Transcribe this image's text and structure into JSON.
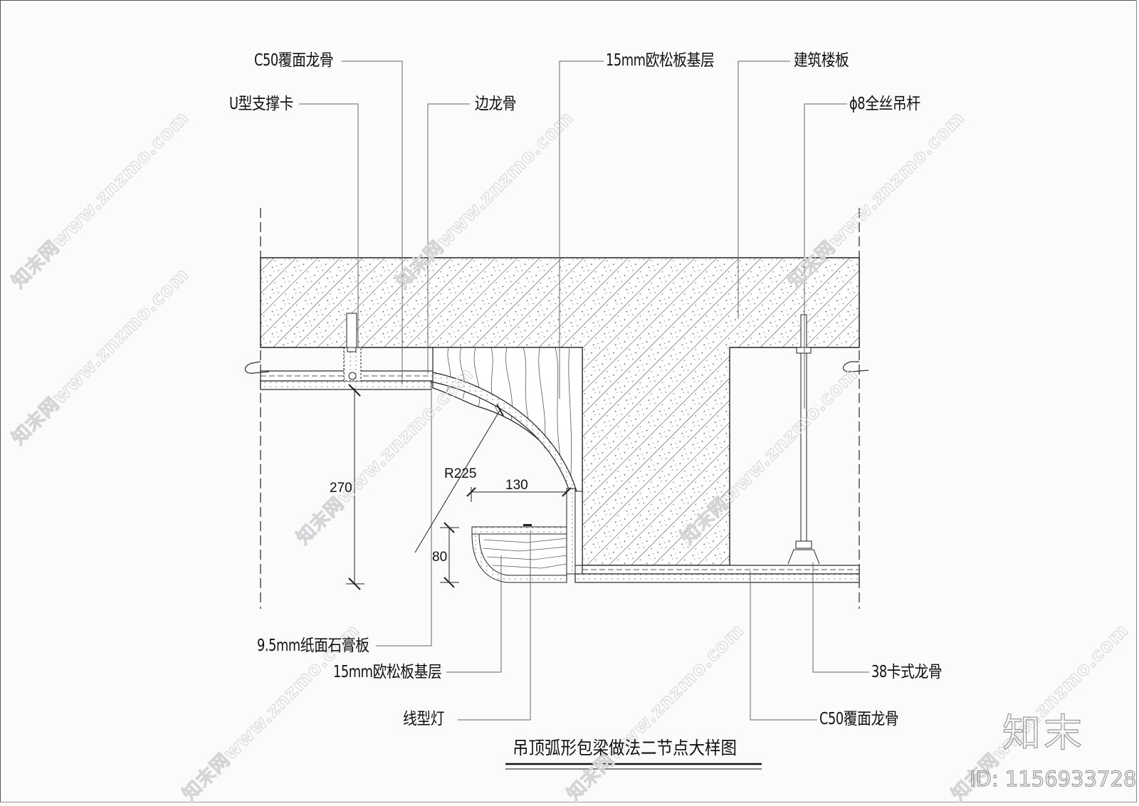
{
  "drawing": {
    "title": "吊顶弧形包梁做法二节点大样图",
    "top_labels": {
      "c50_top": "C50覆面龙骨",
      "u_clip": "U型支撑卡",
      "edge_keel": "边龙骨",
      "osb_top": "15mm欧松板基层",
      "floor_slab": "建筑楼板",
      "rod": "ϕ8全丝吊杆"
    },
    "bottom_labels": {
      "gypsum": "9.5mm纸面石膏板",
      "osb_bottom": "15mm欧松板基层",
      "linear_light": "线型灯",
      "keel38": "38卡式龙骨",
      "c50_bottom": "C50覆面龙骨"
    },
    "dimensions": {
      "radius": "R225",
      "width_130": "130",
      "height_270": "270",
      "height_80": "80"
    }
  },
  "watermark": {
    "site_text": "知末网www.znzmo.com",
    "logo": "知末",
    "id_text": "ID: 1156933728"
  },
  "colors": {
    "line": "#222222",
    "background": "#fcfafb",
    "watermark": "#d6d4d6"
  }
}
